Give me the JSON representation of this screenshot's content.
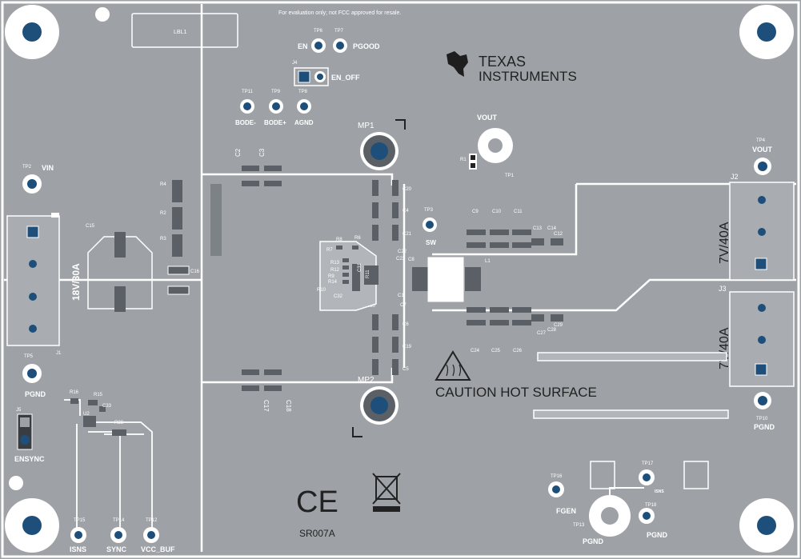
{
  "board": {
    "eval_note": "For evaluation only; not FCC approved for resale.",
    "label_box": "LBL1",
    "caution": "CAUTION HOT SURFACE",
    "part_number": "SR007A",
    "logo_line1": "TEXAS",
    "logo_line2": "INSTRUMENTS",
    "ce_mark": "CE"
  },
  "testpoints": [
    {
      "id": "TP6",
      "label": "EN"
    },
    {
      "id": "TP7",
      "label": "PGOOD"
    },
    {
      "id": "TP11",
      "label": "BODE-"
    },
    {
      "id": "TP9",
      "label": "BODE+"
    },
    {
      "id": "TP8",
      "label": "AGND"
    },
    {
      "id": "TP2",
      "label": "VIN"
    },
    {
      "id": "TP3",
      "label": "SW"
    },
    {
      "id": "TP4",
      "label": "VOUT"
    },
    {
      "id": "TP10",
      "label": "PGND"
    },
    {
      "id": "TP16",
      "label": "FGEN"
    },
    {
      "id": "TP17",
      "label": "ISNS"
    },
    {
      "id": "TP18",
      "label": "PGND"
    },
    {
      "id": "TP15",
      "label": "ISNS"
    },
    {
      "id": "TP14",
      "label": "SYNC"
    },
    {
      "id": "TP13",
      "label": "PGND"
    },
    {
      "id": "TP12",
      "label": "VCC_BUF"
    },
    {
      "id": "TP5",
      "label": "PGND"
    },
    {
      "id": "TP1",
      "label": "VOUT"
    }
  ],
  "connectors": {
    "j1": {
      "ref": "J1",
      "rating": "18V/30A"
    },
    "j2": {
      "ref": "J2",
      "rating": "7V/40A"
    },
    "j3": {
      "ref": "J3",
      "rating": "7V/40A"
    },
    "j4": {
      "ref": "J4",
      "label": "EN_OFF"
    },
    "j5": {
      "ref": "J5",
      "label": "ENSYNC"
    }
  },
  "mounting": {
    "mp1": "MP1",
    "mp2": "MP2"
  },
  "refdes": {
    "c2": "C2",
    "c3": "C3",
    "c17": "C17",
    "c18": "C18",
    "c15": "C15",
    "c16": "C16",
    "r1": "R1",
    "r2": "R2",
    "r3": "R3",
    "r4": "R4",
    "c20": "C20",
    "c4": "C4",
    "c21": "C21",
    "c22": "C22",
    "c23": "C23",
    "c8": "C8",
    "c1": "C1",
    "c7": "C7",
    "c30": "C30",
    "c6": "C6",
    "c19": "C19",
    "c5": "C5",
    "c9": "C9",
    "c10": "C10",
    "c11": "C11",
    "c13": "C13",
    "c14": "C14",
    "c12": "C12",
    "l1": "L1",
    "c24": "C24",
    "c25": "C25",
    "c26": "C26",
    "c27": "C27",
    "c28": "C28",
    "c29": "C29",
    "r6": "R6",
    "r7": "R7",
    "r8": "R8",
    "r9": "R9",
    "r10": "R10",
    "r11": "R11",
    "r12": "R12",
    "r13": "R13",
    "r14": "R14",
    "c31": "C31",
    "c32": "C32",
    "r15": "R15",
    "r16": "R16",
    "r23": "R23",
    "c33": "C33",
    "u2": "U2"
  }
}
